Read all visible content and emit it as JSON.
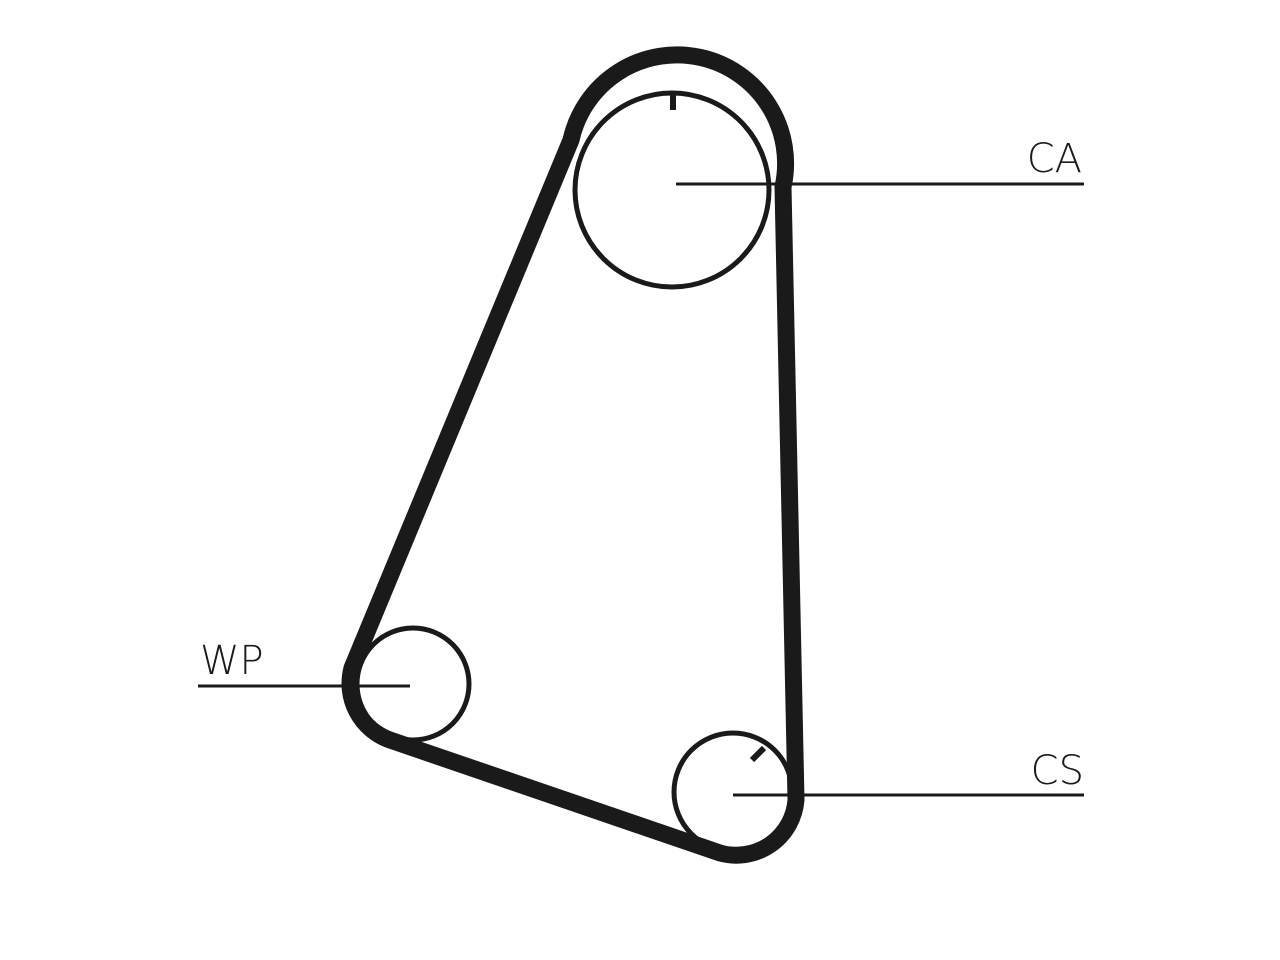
{
  "labels": {
    "camshaft": "CA",
    "water_pump": "WP",
    "crankshaft": "CS"
  },
  "colors": {
    "belt": "#1a1a1a",
    "lines": "#1a1a1a",
    "background": "#ffffff"
  }
}
